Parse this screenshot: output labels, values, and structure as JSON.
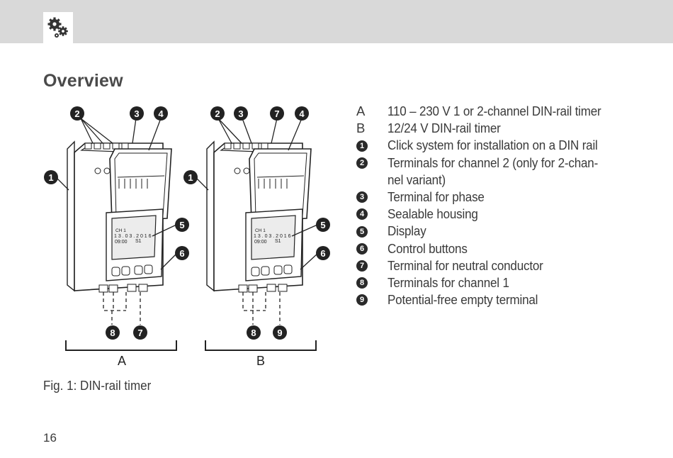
{
  "header": {
    "icon": "gears-icon"
  },
  "section": {
    "title": "Overview"
  },
  "figure": {
    "device_a": {
      "callouts_top": [
        "2",
        "3",
        "4"
      ],
      "callout_side": "1",
      "callout_display": "5",
      "callout_buttons": "6",
      "callouts_bottom": [
        "8",
        "7"
      ],
      "label": "A",
      "lcd": {
        "channel": "CH 1",
        "date": "1 3 . 0 3 . 2 0 1 6",
        "time": "09:00",
        "state": "S1"
      }
    },
    "device_b": {
      "callouts_top": [
        "2",
        "3",
        "7",
        "4"
      ],
      "callout_side": "1",
      "callout_display": "5",
      "callout_buttons": "6",
      "callouts_bottom": [
        "8",
        "9"
      ],
      "label": "B",
      "lcd": {
        "channel": "CH 1",
        "date": "1 3 . 0 3 . 2 0 1 6",
        "time": "09:00",
        "state": "S1"
      }
    }
  },
  "legend": [
    {
      "key": "A",
      "type": "letter",
      "text": "110 – 230 V 1 or 2-channel DIN-rail timer"
    },
    {
      "key": "B",
      "type": "letter",
      "text": "12/24 V DIN-rail timer"
    },
    {
      "key": "1",
      "type": "number",
      "text": "Click system for installation on a DIN rail"
    },
    {
      "key": "2",
      "type": "number",
      "text": "Terminals for channel 2 (only for 2-chan-",
      "text2": "nel variant)"
    },
    {
      "key": "3",
      "type": "number",
      "text": "Terminal for phase"
    },
    {
      "key": "4",
      "type": "number",
      "text": "Sealable housing"
    },
    {
      "key": "5",
      "type": "number",
      "text": "Display"
    },
    {
      "key": "6",
      "type": "number",
      "text": "Control buttons"
    },
    {
      "key": "7",
      "type": "number",
      "text": "Terminal for neutral conductor"
    },
    {
      "key": "8",
      "type": "number",
      "text": "Terminals for channel 1"
    },
    {
      "key": "9",
      "type": "number",
      "text": "Potential-free empty terminal"
    }
  ],
  "caption": "Fig. 1: DIN-rail timer",
  "page_number": "16"
}
